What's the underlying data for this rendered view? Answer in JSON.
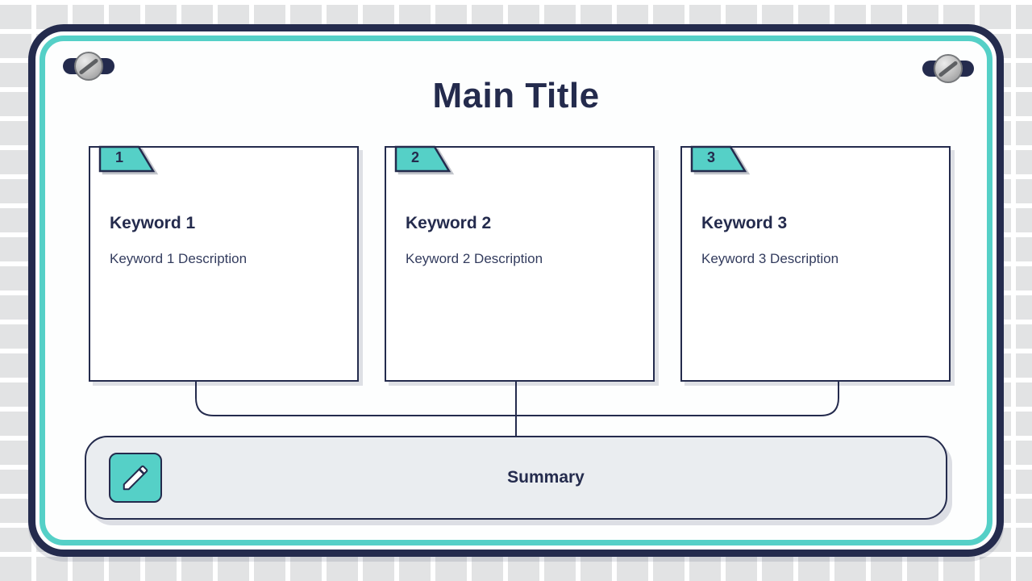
{
  "slide": {
    "title": "Main Title"
  },
  "cards": [
    {
      "number": "1",
      "keyword": "Keyword 1",
      "description": "Keyword 1 Description"
    },
    {
      "number": "2",
      "keyword": "Keyword 2",
      "description": "Keyword 2 Description"
    },
    {
      "number": "3",
      "keyword": "Keyword 3",
      "description": "Keyword 3 Description"
    }
  ],
  "summary": {
    "label": "Summary",
    "icon": "pencil-icon"
  },
  "decor": {
    "top_left": "screw-icon",
    "top_right": "screw-icon"
  },
  "colors": {
    "navy": "#242b4d",
    "teal": "#55d0c7",
    "tile_gray": "#e2e3e4",
    "summary_bg": "#eaedf0",
    "card_bg": "#ffffff"
  }
}
